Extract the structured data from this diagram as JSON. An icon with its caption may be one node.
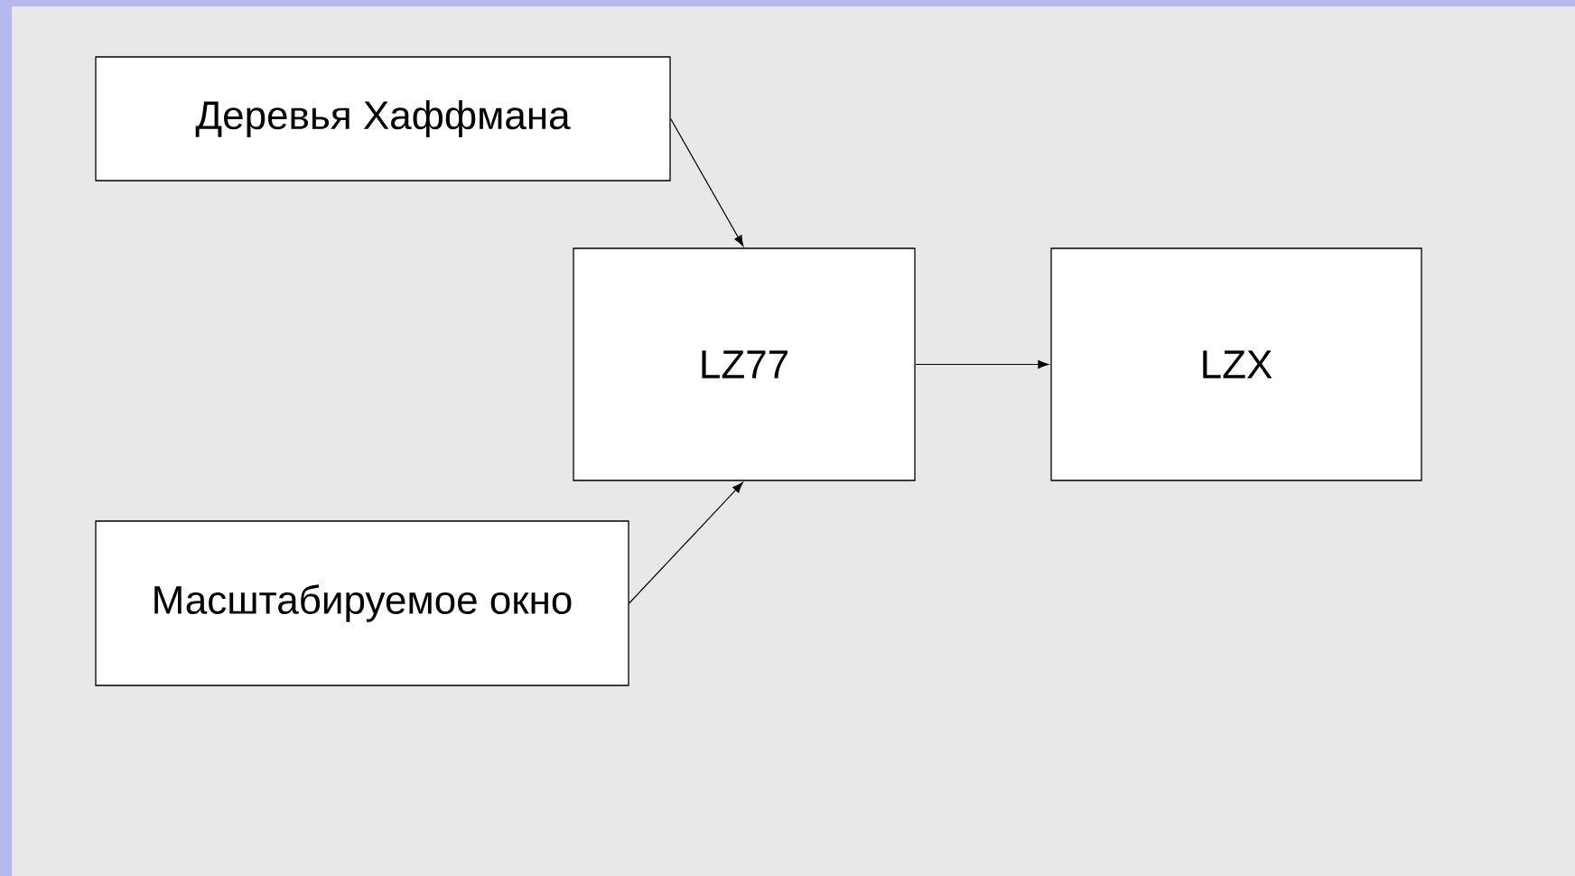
{
  "diagram": {
    "nodes": [
      {
        "text": [
          "Деревья Хаффмана"
        ]
      },
      {
        "text": [
          "LZ77"
        ]
      },
      {
        "text": [
          "LZX"
        ]
      },
      {
        "text": [
          "Масштабируемое окно"
        ]
      }
    ],
    "edges": [
      {
        "from": 0,
        "to": 1,
        "arrow": "to"
      },
      {
        "from": 3,
        "to": 1,
        "arrow": "to"
      },
      {
        "from": 1,
        "to": 2,
        "arrow": "to"
      }
    ]
  }
}
